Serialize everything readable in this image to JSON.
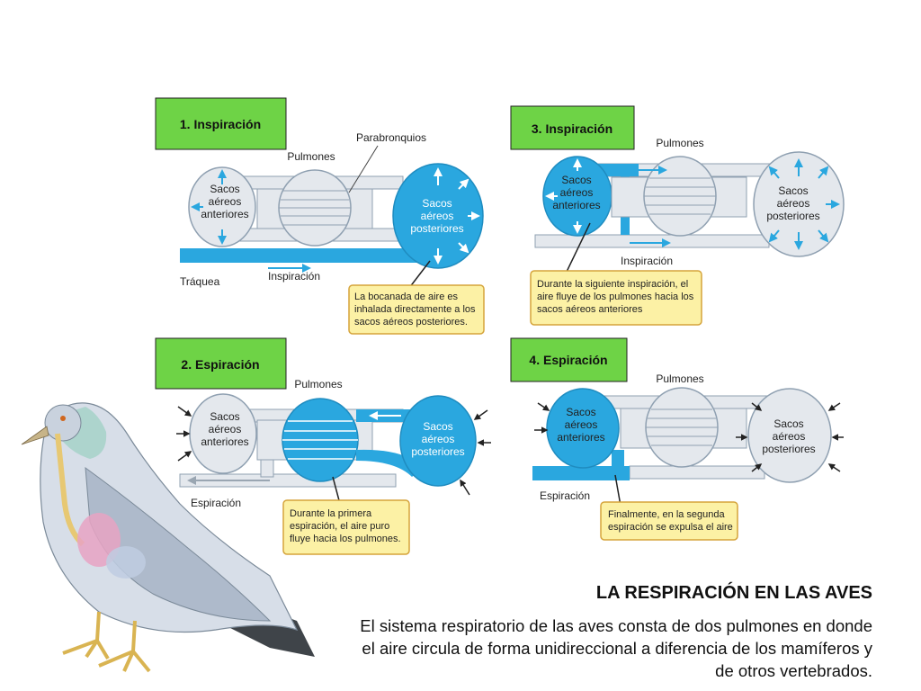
{
  "colors": {
    "fill_blue": "#2aa7df",
    "sac_grey": "#e4e8ed",
    "outline": "#8fa0b1",
    "label_green": "#6ed346",
    "note_yellow": "#fcf1a5",
    "note_border": "#d5a43b"
  },
  "panels": [
    {
      "step": "1. Inspiración",
      "lungs": "Pulmones",
      "parabronchi": "Parabronquios",
      "anterior": [
        "Sacos",
        "aéreos",
        "anteriores"
      ],
      "posterior": [
        "Sacos",
        "aéreos",
        "posteriores"
      ],
      "trachea": "Tráquea",
      "flow": "Inspiración",
      "note": [
        "La bocanada de aire es",
        "inhalada directamente a los",
        "sacos aéreos posteriores."
      ]
    },
    {
      "step": "3. Inspiración",
      "lungs": "Pulmones",
      "anterior": [
        "Sacos",
        "aéreos",
        "anteriores"
      ],
      "posterior": [
        "Sacos",
        "aéreos",
        "posteriores"
      ],
      "flow": "Inspiración",
      "note": [
        "Durante la siguiente inspiración, el",
        "aire fluye de los pulmones hacia los",
        "sacos aéreos anteriores"
      ]
    },
    {
      "step": "2. Espiración",
      "lungs": "Pulmones",
      "anterior": [
        "Sacos",
        "aéreos",
        "anteriores"
      ],
      "posterior": [
        "Sacos",
        "aéreos",
        "posteriores"
      ],
      "flow": "Espiración",
      "note": [
        "Durante la primera",
        "espiración, el aire puro",
        "fluye hacia los pulmones."
      ]
    },
    {
      "step": "4. Espiración",
      "lungs": "Pulmones",
      "anterior": [
        "Sacos",
        "aéreos",
        "anteriores"
      ],
      "posterior": [
        "Sacos",
        "aéreos",
        "posteriores"
      ],
      "flow": "Espiración",
      "note": [
        "Finalmente, en la segunda",
        "espiración se expulsa el aire"
      ]
    }
  ],
  "title": "LA RESPIRACIÓN EN LAS AVES",
  "description": "El sistema respiratorio de las aves consta de dos pulmones en donde el aire circula de forma unidireccional a diferencia de los mamíferos y de otros vertebrados."
}
